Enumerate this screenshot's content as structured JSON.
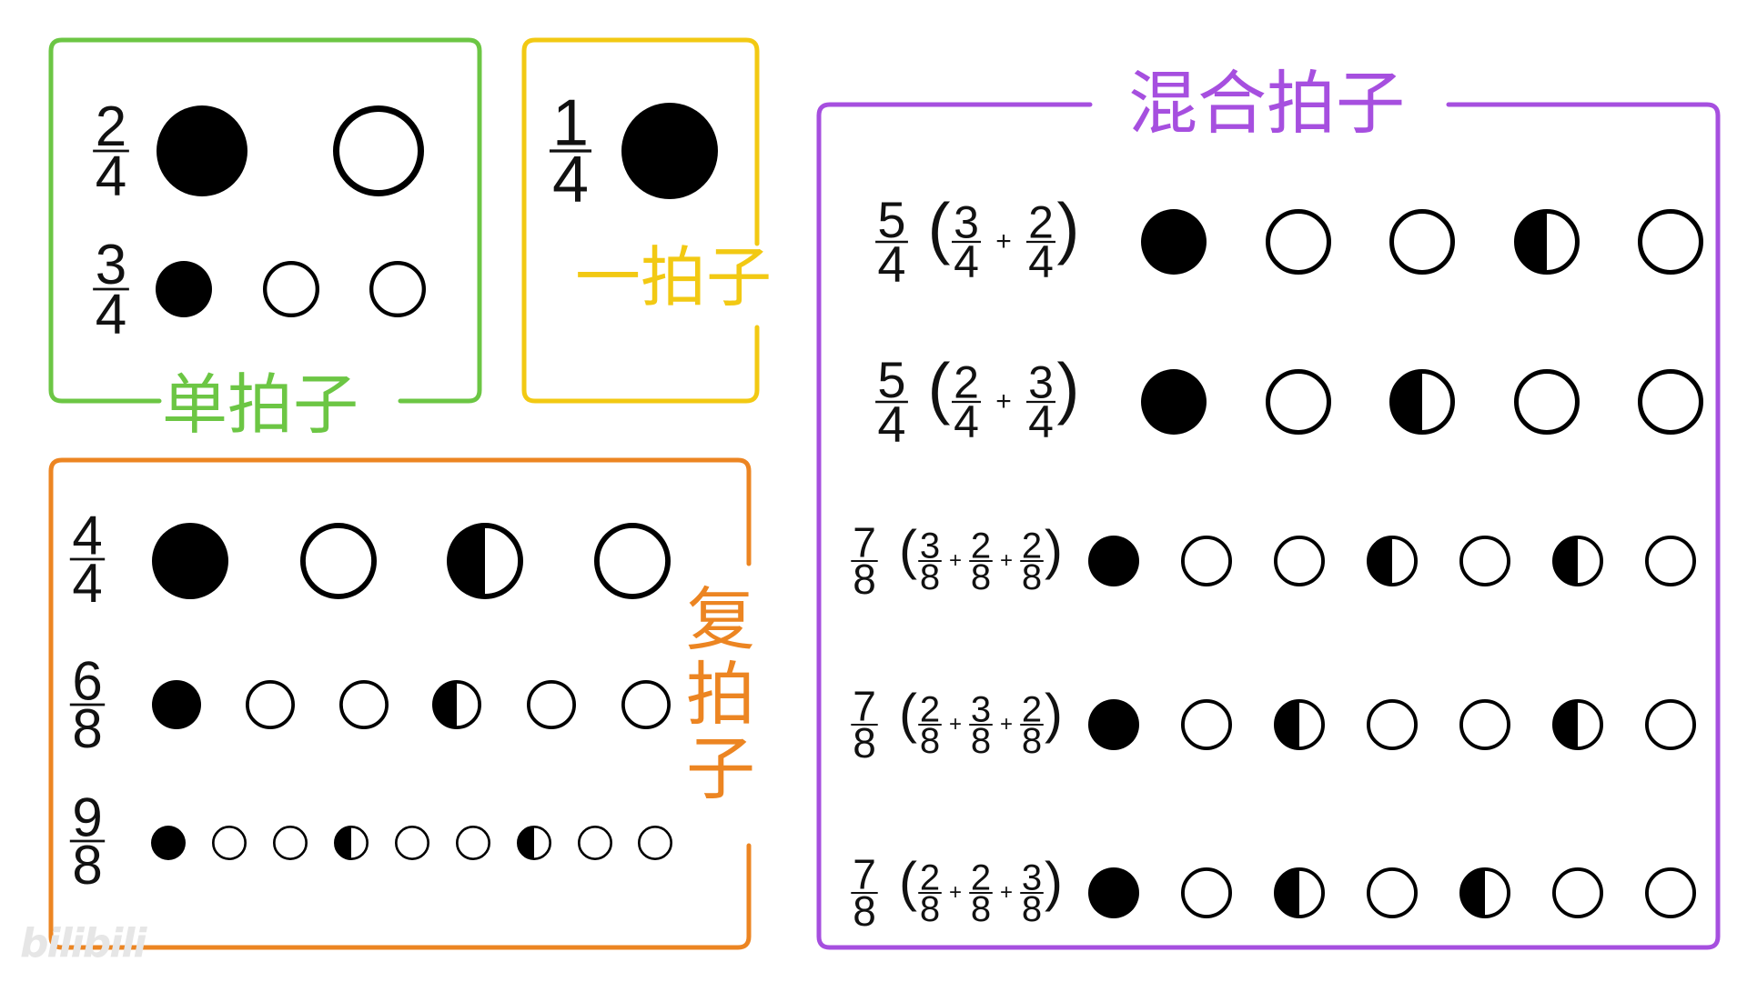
{
  "groups": [
    {
      "id": "simple-meter",
      "title": "单拍子",
      "color": "#6cc644",
      "rows": [
        {
          "meter": [
            "2",
            "4"
          ],
          "parts": [],
          "beats": [
            "strong",
            "weak"
          ]
        },
        {
          "meter": [
            "3",
            "4"
          ],
          "parts": [],
          "beats": [
            "strong",
            "weak",
            "weak"
          ]
        }
      ]
    },
    {
      "id": "single-beat-meter",
      "title": "一拍子",
      "color": "#f2c913",
      "rows": [
        {
          "meter": [
            "1",
            "4"
          ],
          "parts": [],
          "beats": [
            "strong"
          ]
        }
      ]
    },
    {
      "id": "compound-meter",
      "title": "复拍子",
      "color": "#ec8522",
      "rows": [
        {
          "meter": [
            "4",
            "4"
          ],
          "parts": [],
          "beats": [
            "strong",
            "weak",
            "medium",
            "weak"
          ]
        },
        {
          "meter": [
            "6",
            "8"
          ],
          "parts": [],
          "beats": [
            "strong",
            "weak",
            "weak",
            "medium",
            "weak",
            "weak"
          ]
        },
        {
          "meter": [
            "9",
            "8"
          ],
          "parts": [],
          "beats": [
            "strong",
            "weak",
            "weak",
            "medium",
            "weak",
            "weak",
            "medium",
            "weak",
            "weak"
          ]
        }
      ]
    },
    {
      "id": "mixed-meter",
      "title": "混合拍子",
      "color": "#a64fdf",
      "rows": [
        {
          "meter": [
            "5",
            "4"
          ],
          "parts": [
            [
              "3",
              "4"
            ],
            [
              "2",
              "4"
            ]
          ],
          "beats": [
            "strong",
            "weak",
            "weak",
            "medium",
            "weak"
          ]
        },
        {
          "meter": [
            "5",
            "4"
          ],
          "parts": [
            [
              "2",
              "4"
            ],
            [
              "3",
              "4"
            ]
          ],
          "beats": [
            "strong",
            "weak",
            "medium",
            "weak",
            "weak"
          ]
        },
        {
          "meter": [
            "7",
            "8"
          ],
          "parts": [
            [
              "3",
              "8"
            ],
            [
              "2",
              "8"
            ],
            [
              "2",
              "8"
            ]
          ],
          "beats": [
            "strong",
            "weak",
            "weak",
            "medium",
            "weak",
            "medium",
            "weak"
          ]
        },
        {
          "meter": [
            "7",
            "8"
          ],
          "parts": [
            [
              "2",
              "8"
            ],
            [
              "3",
              "8"
            ],
            [
              "2",
              "8"
            ]
          ],
          "beats": [
            "strong",
            "weak",
            "medium",
            "weak",
            "weak",
            "medium",
            "weak"
          ]
        },
        {
          "meter": [
            "7",
            "8"
          ],
          "parts": [
            [
              "2",
              "8"
            ],
            [
              "2",
              "8"
            ],
            [
              "3",
              "8"
            ]
          ],
          "beats": [
            "strong",
            "weak",
            "medium",
            "weak",
            "medium",
            "weak",
            "weak"
          ]
        }
      ]
    }
  ],
  "watermark": "bilibili"
}
